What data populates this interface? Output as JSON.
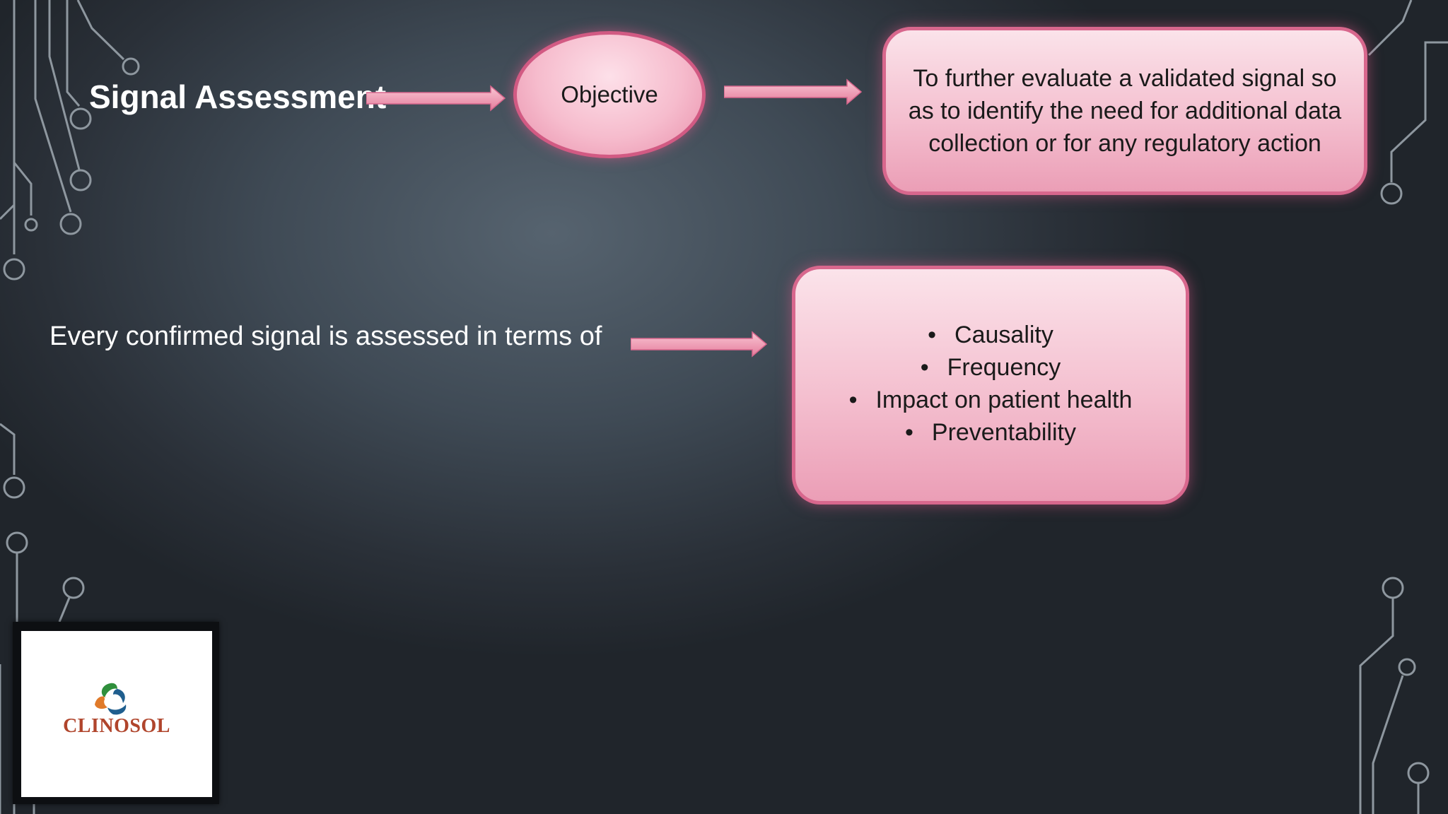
{
  "slide": {
    "title": "Signal Assessment",
    "objective_label": "Objective",
    "objective_text": "To further evaluate a validated signal so as to identify the need for additional data collection or for any regulatory action",
    "subtitle": "Every confirmed signal is assessed in terms of",
    "criteria": [
      "Causality",
      "Frequency",
      "Impact on patient health",
      "Preventability"
    ]
  },
  "logo": {
    "text": "CLINOSOL"
  },
  "colors": {
    "background": "#3f4a55",
    "shape_fill": "#f4bfcf",
    "shape_border": "#d8678d",
    "arrow": "#ee8fa8",
    "circuit_lines": "#8e979f",
    "logo_text": "#b0452c"
  },
  "icons": [
    "circuit-decoration",
    "arrow-right-icon",
    "clinosol-logo-icon"
  ]
}
